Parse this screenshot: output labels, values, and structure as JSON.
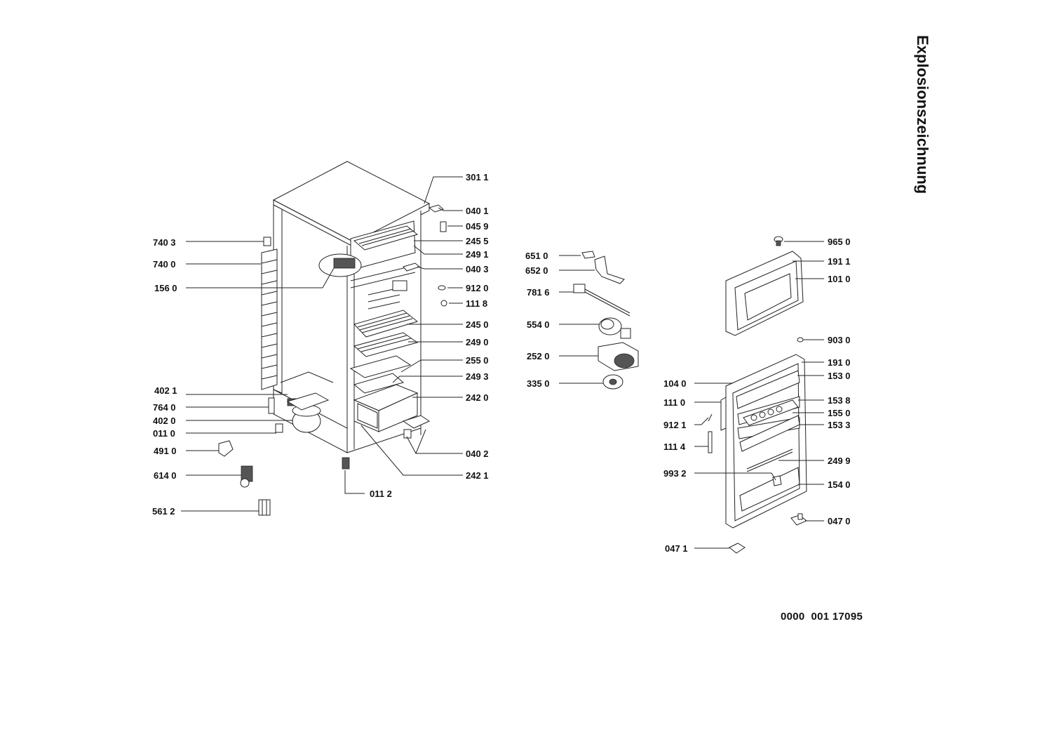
{
  "title": "Explosionszeichnung",
  "document_number": "0000  001 17095",
  "callouts": [
    {
      "id": "c-3011",
      "label": "301 1"
    },
    {
      "id": "c-0401",
      "label": "040 1"
    },
    {
      "id": "c-0459",
      "label": "045 9"
    },
    {
      "id": "c-2455",
      "label": "245 5"
    },
    {
      "id": "c-2491",
      "label": "249 1"
    },
    {
      "id": "c-0403",
      "label": "040 3"
    },
    {
      "id": "c-9120",
      "label": "912 0"
    },
    {
      "id": "c-1118",
      "label": "111 8"
    },
    {
      "id": "c-2450",
      "label": "245 0"
    },
    {
      "id": "c-2490",
      "label": "249 0"
    },
    {
      "id": "c-2550",
      "label": "255 0"
    },
    {
      "id": "c-2493",
      "label": "249 3"
    },
    {
      "id": "c-2420",
      "label": "242 0"
    },
    {
      "id": "c-0402",
      "label": "040 2"
    },
    {
      "id": "c-2421",
      "label": "242 1"
    },
    {
      "id": "c-0112",
      "label": "011 2"
    },
    {
      "id": "c-7403",
      "label": "740 3"
    },
    {
      "id": "c-7400",
      "label": "740 0"
    },
    {
      "id": "c-1560",
      "label": "156 0"
    },
    {
      "id": "c-4021",
      "label": "402 1"
    },
    {
      "id": "c-7640",
      "label": "764 0"
    },
    {
      "id": "c-4020",
      "label": "402 0"
    },
    {
      "id": "c-0110",
      "label": "011 0"
    },
    {
      "id": "c-4910",
      "label": "491 0"
    },
    {
      "id": "c-6140",
      "label": "614 0"
    },
    {
      "id": "c-5612",
      "label": "561 2"
    },
    {
      "id": "c-6510",
      "label": "651 0"
    },
    {
      "id": "c-6520",
      "label": "652 0"
    },
    {
      "id": "c-7816",
      "label": "781 6"
    },
    {
      "id": "c-5540",
      "label": "554 0"
    },
    {
      "id": "c-2520",
      "label": "252 0"
    },
    {
      "id": "c-3350",
      "label": "335 0"
    },
    {
      "id": "c-9650",
      "label": "965 0"
    },
    {
      "id": "c-1911",
      "label": "191 1"
    },
    {
      "id": "c-1010",
      "label": "101 0"
    },
    {
      "id": "c-9030",
      "label": "903 0"
    },
    {
      "id": "c-1910",
      "label": "191 0"
    },
    {
      "id": "c-1530",
      "label": "153 0"
    },
    {
      "id": "c-1538",
      "label": "153 8"
    },
    {
      "id": "c-1550",
      "label": "155 0"
    },
    {
      "id": "c-1533",
      "label": "153 3"
    },
    {
      "id": "c-2499",
      "label": "249 9"
    },
    {
      "id": "c-1540",
      "label": "154 0"
    },
    {
      "id": "c-0470",
      "label": "047 0"
    },
    {
      "id": "c-1040",
      "label": "104 0"
    },
    {
      "id": "c-1110",
      "label": "111 0"
    },
    {
      "id": "c-9121",
      "label": "912 1"
    },
    {
      "id": "c-1114",
      "label": "111 4"
    },
    {
      "id": "c-9932",
      "label": "993 2"
    },
    {
      "id": "c-0471",
      "label": "047 1"
    }
  ]
}
